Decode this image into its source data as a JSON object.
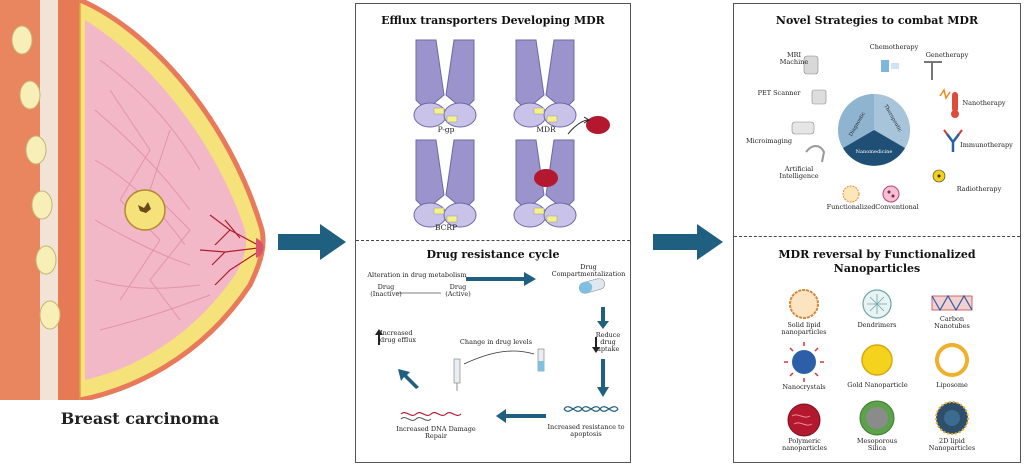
{
  "left": {
    "caption": "Breast carcinoma"
  },
  "middle": {
    "top_title": "Efflux transporters Developing MDR",
    "transporters": [
      "P-gp",
      "MDR",
      "BCRP"
    ],
    "cycle_title": "Drug resistance cycle",
    "cycle_labels": {
      "alteration": "Alteration in drug metabolism",
      "drug_inactive": "Drug\n(Inactive)",
      "drug_active": "Drug\n(Active)",
      "compartmentalization": "Drug\nCompartmentalization",
      "reduce_uptake": "Reduce\ndrug uptake",
      "increased_resistance": "Increased resistance to\napoptosis",
      "dna_repair": "Increased DNA Damage\nRepair",
      "change_levels": "Change in drug levels",
      "efflux": "Increased\ndrug efflux"
    }
  },
  "right": {
    "top_title": "Novel Strategies to combat MDR",
    "strategies": {
      "mri": "MRI Machine",
      "chemo": "Chemotherapy",
      "gene": "Genetherapy",
      "pet": "PET Scanner",
      "nano": "Nanotherapy",
      "micro": "Microimaging",
      "immuno": "Immunotherapy",
      "ai": "Artificial\nIntelligence",
      "radio": "Radiotherapy",
      "functionalized": "Functionalized",
      "conventional": "Conventional"
    },
    "pie_labels": [
      "Diagnostic",
      "Therapeutic",
      "Nanomedicine"
    ],
    "bottom_title": "MDR reversal by Functionalized Nanoparticles",
    "nanoparticles": [
      "Solid lipid\nnanoparticles",
      "Dendrimers",
      "Carbon\nNanotubes",
      "Nanocrystals",
      "Gold Nanoparticle",
      "Liposome",
      "Polymeric\nnanoparticles",
      "Mesoporous\nSilica",
      "2D lipid\nNanoparticles"
    ]
  },
  "colors": {
    "arrow": "#1f5f80",
    "transporter": "#9b93cc",
    "skin": "#e8795a",
    "fat": "#f6e27a",
    "tissue": "#f2b8c8"
  }
}
